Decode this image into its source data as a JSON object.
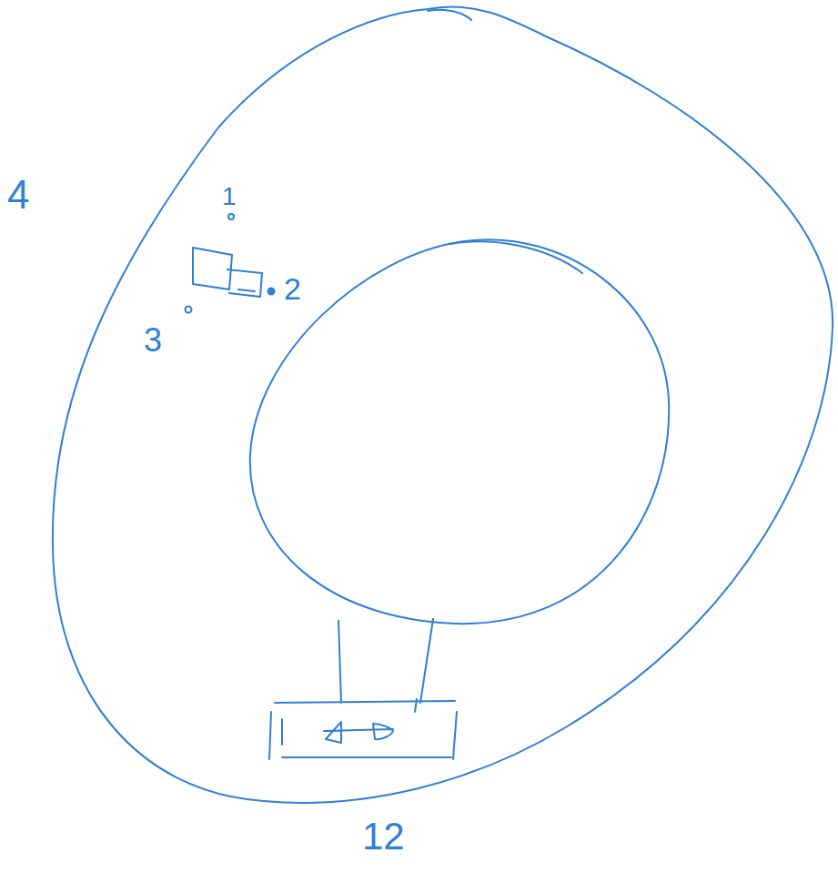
{
  "diagram": {
    "labels": [
      "4",
      "1",
      "2",
      "3",
      "12"
    ]
  }
}
